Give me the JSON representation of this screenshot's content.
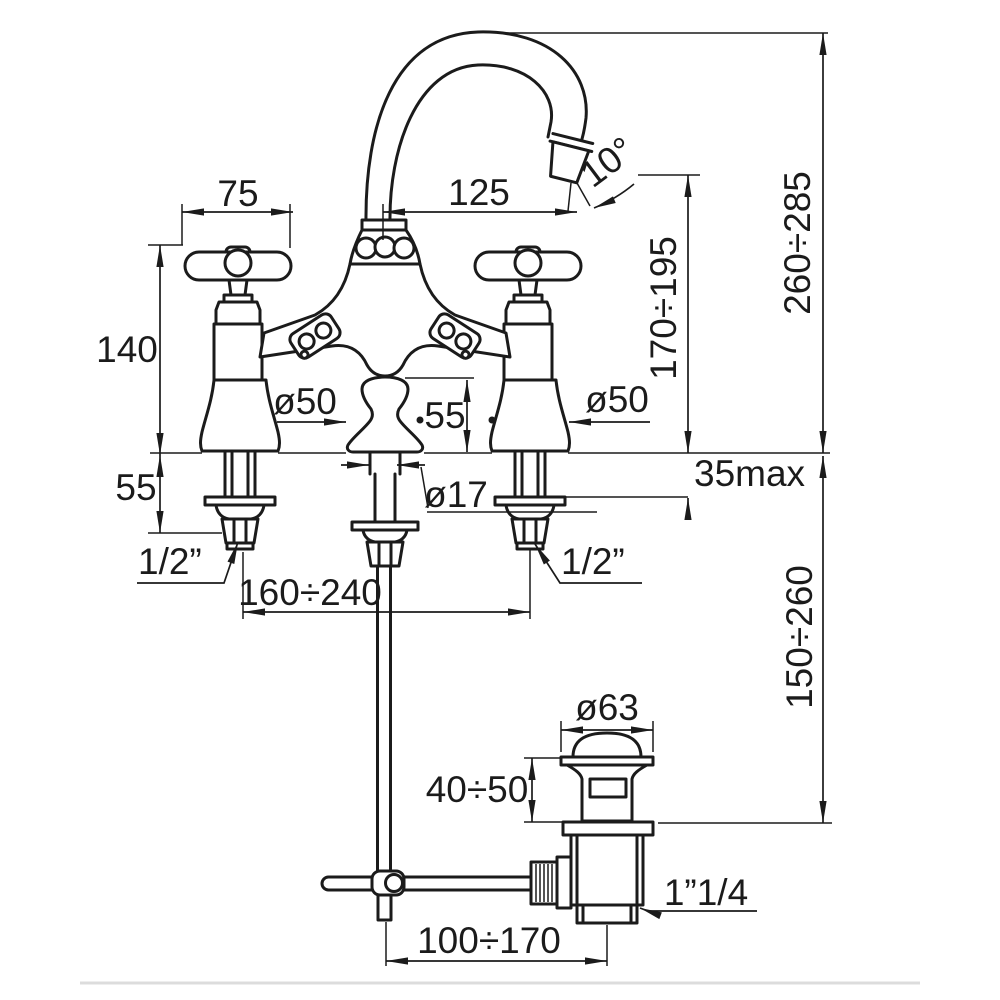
{
  "drawing": {
    "kind": "technical dimensional drawing",
    "subject": "two-handle basin mixer tap with swan-neck spout and pop-up waste",
    "colors": {
      "ink": "#1b1b1b",
      "background": "#ffffff",
      "artifact": "#dcdcdc"
    }
  },
  "labels": {
    "handle_width": "75",
    "spout_reach": "125",
    "spout_angle": "10°",
    "body_height": "140",
    "shank_length": "55",
    "popup_knob_dia": "ø50",
    "popup_knob_height": "55",
    "rod_dia": "ø17",
    "escutcheon_dia": "ø50",
    "deck_max": "35max",
    "spout_height": "170÷195",
    "overall_height": "260÷285",
    "drop_range": "150÷260",
    "thread_left": "1/2”",
    "thread_right": "1/2”",
    "inlet_spacing": "160÷240",
    "waste_cap_dia": "ø63",
    "waste_height": "40÷50",
    "waste_thread": "1”1/4",
    "lever_span": "100÷170"
  }
}
